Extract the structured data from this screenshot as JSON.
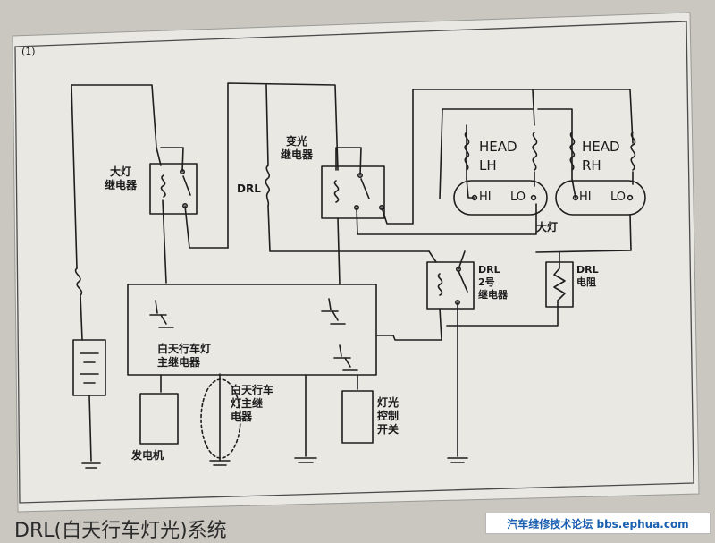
{
  "figure_number": "(1)",
  "labels": {
    "headlamp_relay": [
      "大灯",
      "继电器"
    ],
    "dimmer_relay": [
      "变光",
      "继电器"
    ],
    "drl_resistor_left": "DRL",
    "head_lh": [
      "HEAD",
      "LH"
    ],
    "head_rh": [
      "HEAD",
      "RH"
    ],
    "hi_lh": "HI",
    "lo_lh": "LO",
    "hi_rh": "HI",
    "lo_rh": "LO",
    "headlamp": "大灯",
    "drl_relay_2": [
      "DRL",
      "2号",
      "继电器"
    ],
    "drl_resistor": [
      "DRL",
      "电阻"
    ],
    "drl_main_relay": [
      "白天行车灯",
      "主继电器"
    ],
    "drl_main_relay_2": [
      "白天行车",
      "灯主继",
      "电器"
    ],
    "generator": "发电机",
    "light_switch": [
      "灯光",
      "控制",
      "开关"
    ]
  },
  "caption": "DRL(白天行车灯光)系统",
  "watermark": "汽车维修技术论坛 bbs.ephua.com"
}
